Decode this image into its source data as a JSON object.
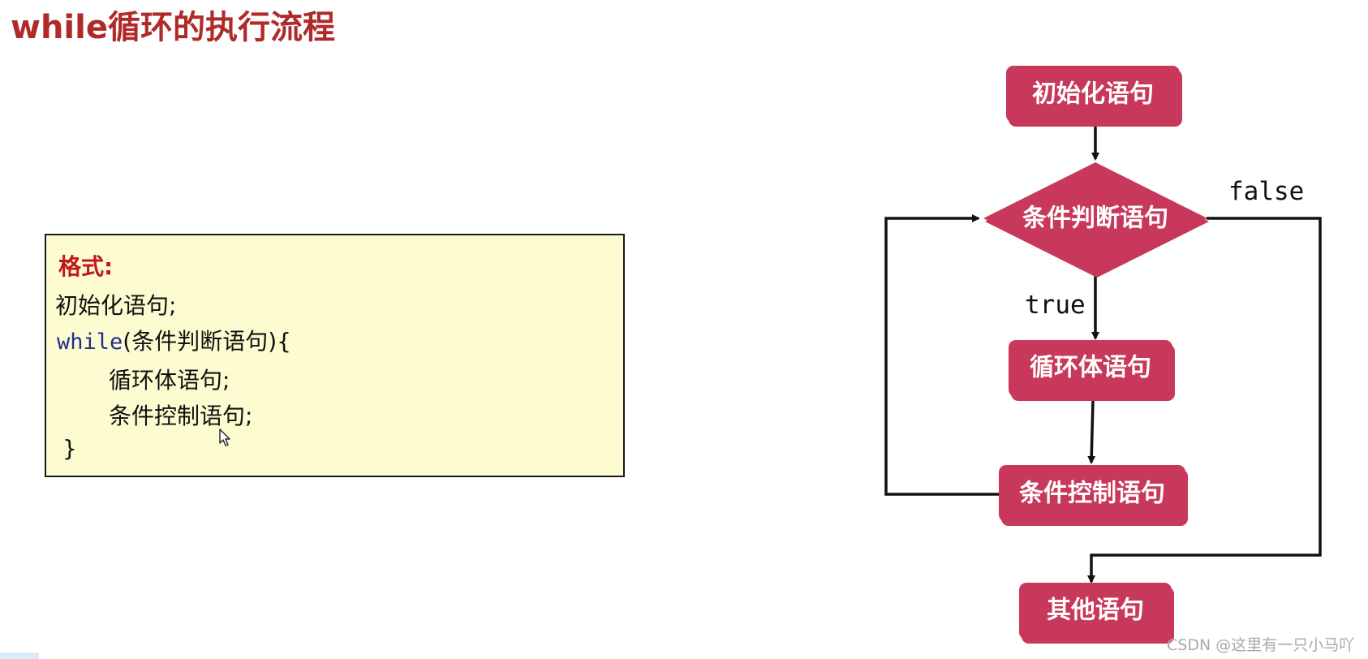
{
  "title": "while循环的执行流程",
  "code_box": {
    "label": "格式:",
    "line1": "初始化语句;",
    "line2_keyword": "while",
    "line2_rest": "(条件判断语句){",
    "line3": "循环体语句;",
    "line4": "条件控制语句;",
    "line5": "}"
  },
  "flowchart": {
    "nodes": {
      "init": "初始化语句",
      "condition": "条件判断语句",
      "body": "循环体语句",
      "control": "条件控制语句",
      "other": "其他语句"
    },
    "edge_labels": {
      "true": "true",
      "false": "false"
    }
  },
  "watermark": "CSDN @这里有一只小马吖",
  "colors": {
    "title": "#b02a2a",
    "node_fill": "#c8385a",
    "code_background": "#fdfcd1",
    "code_label": "#c0191d",
    "keyword": "#1f2f8f"
  },
  "icons": {
    "cursor": "mouse-pointer-icon"
  }
}
